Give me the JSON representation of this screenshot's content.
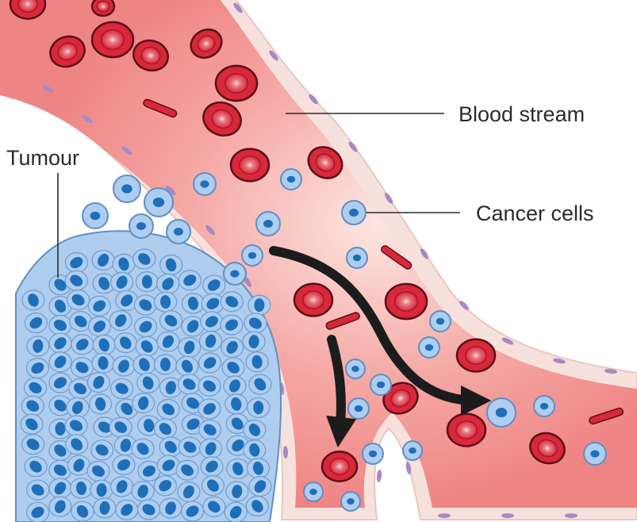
{
  "labels": {
    "tumour": "Tumour",
    "blood_stream": "Blood stream",
    "cancer_cells": "Cancer cells"
  },
  "colors": {
    "vessel_fill": "#ef8a8a",
    "vessel_center": "#fde6e2",
    "vessel_wall": "#f7e1dc",
    "wall_nucleus": "#a889c4",
    "rbc_red": "#d8283a",
    "rbc_outline": "#5a0f18",
    "cancer_cell_fill": "#aecdef",
    "cancer_cell_outline": "#5f8fc4",
    "cancer_nucleus": "#1e6fba",
    "arrow": "#1c1c1c",
    "text": "#2b2b2b"
  }
}
